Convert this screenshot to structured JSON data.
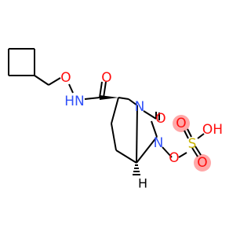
{
  "molecule": {
    "colors": {
      "carbon": "#000000",
      "nitrogen": "#3050f8",
      "oxygen": "#ff0d0d",
      "sulfur": "#c8b400",
      "highlight": "#ff9999"
    },
    "labels": {
      "o_ether": "O",
      "hn": "HN",
      "o_amide": "O",
      "n_bridge": "N",
      "o_lactam": "O",
      "n_lactam": "N",
      "o_n": "O",
      "s": "S",
      "oh": "OH",
      "o_s_top": "O",
      "o_s_bottom": "O",
      "h_stereo": "H"
    }
  }
}
